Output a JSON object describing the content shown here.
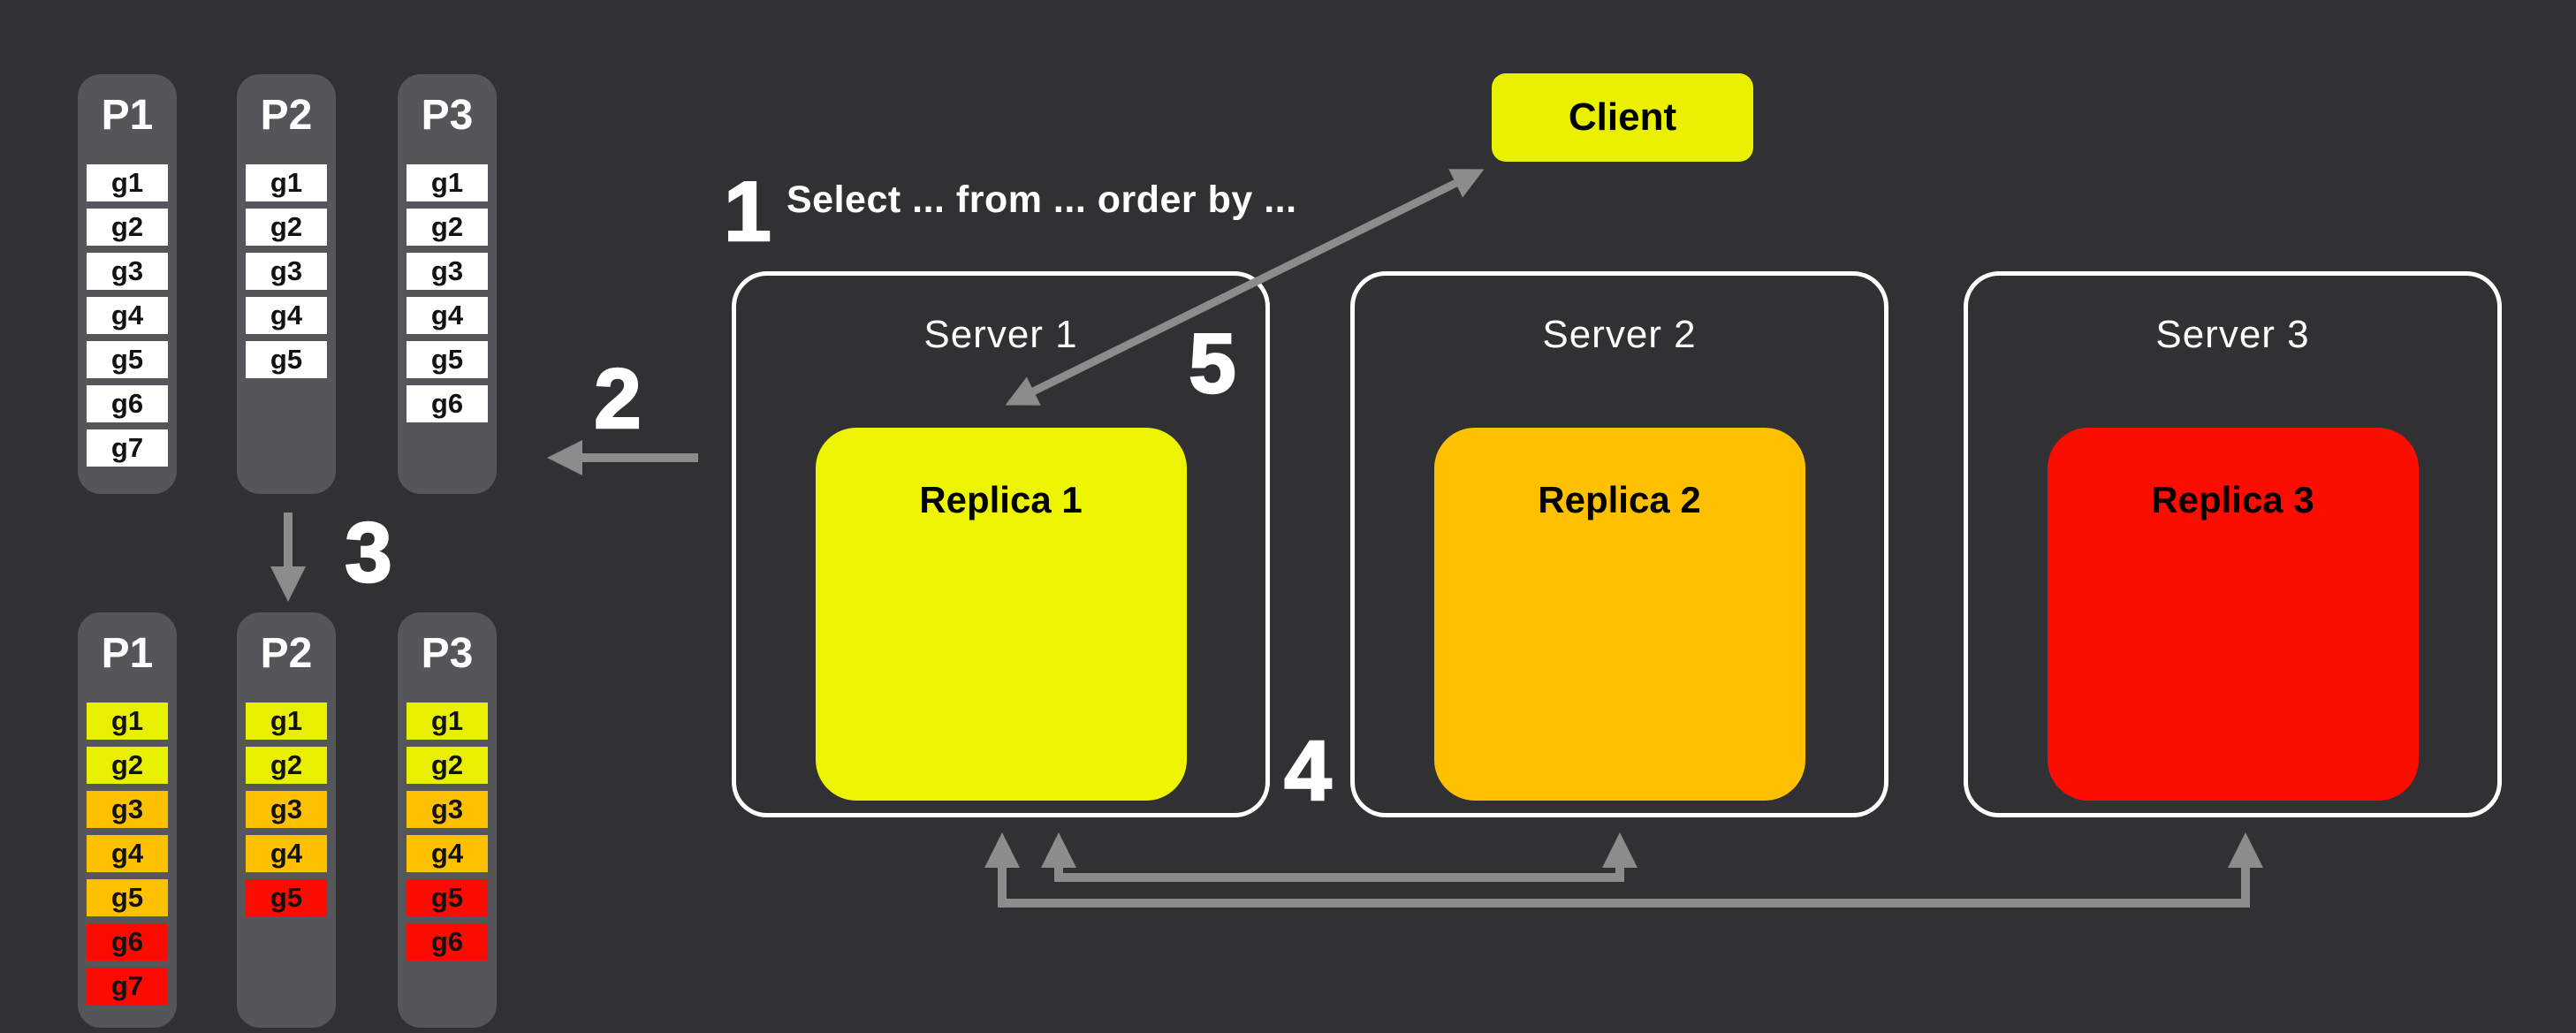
{
  "colors": {
    "bg": "#313133",
    "panel": "#55565A",
    "arrow": "#8C8C8C",
    "server_border": "#FFFFFF",
    "item_white": "#FFFFFF",
    "yellow": "#E8F000",
    "orange": "#FDC101",
    "red": "#FB0B01"
  },
  "steps": [
    {
      "label": "1"
    },
    {
      "label": "2"
    },
    {
      "label": "3"
    },
    {
      "label": "4"
    },
    {
      "label": "5"
    }
  ],
  "query_text": "Select ... from ... order by ...",
  "client": {
    "label": "Client",
    "color": "#E9F000"
  },
  "servers": [
    {
      "name": "Server 1",
      "replica": {
        "name": "Replica 1",
        "color": "#EDF502"
      }
    },
    {
      "name": "Server 2",
      "replica": {
        "name": "Replica 2",
        "color": "#FDC101"
      }
    },
    {
      "name": "Server 3",
      "replica": {
        "name": "Replica 3",
        "color": "#FB0D01"
      }
    }
  ],
  "partitions_before": [
    {
      "name": "P1",
      "items": [
        {
          "label": "g1",
          "color": "#FFFFFF"
        },
        {
          "label": "g2",
          "color": "#FFFFFF"
        },
        {
          "label": "g3",
          "color": "#FFFFFF"
        },
        {
          "label": "g4",
          "color": "#FFFFFF"
        },
        {
          "label": "g5",
          "color": "#FFFFFF"
        },
        {
          "label": "g6",
          "color": "#FFFFFF"
        },
        {
          "label": "g7",
          "color": "#FFFFFF"
        }
      ]
    },
    {
      "name": "P2",
      "items": [
        {
          "label": "g1",
          "color": "#FFFFFF"
        },
        {
          "label": "g2",
          "color": "#FFFFFF"
        },
        {
          "label": "g3",
          "color": "#FFFFFF"
        },
        {
          "label": "g4",
          "color": "#FFFFFF"
        },
        {
          "label": "g5",
          "color": "#FFFFFF"
        }
      ]
    },
    {
      "name": "P3",
      "items": [
        {
          "label": "g1",
          "color": "#FFFFFF"
        },
        {
          "label": "g2",
          "color": "#FFFFFF"
        },
        {
          "label": "g3",
          "color": "#FFFFFF"
        },
        {
          "label": "g4",
          "color": "#FFFFFF"
        },
        {
          "label": "g5",
          "color": "#FFFFFF"
        },
        {
          "label": "g6",
          "color": "#FFFFFF"
        }
      ]
    }
  ],
  "partitions_after": [
    {
      "name": "P1",
      "items": [
        {
          "label": "g1",
          "color": "#E8F000"
        },
        {
          "label": "g2",
          "color": "#E8F000"
        },
        {
          "label": "g3",
          "color": "#FDC101"
        },
        {
          "label": "g4",
          "color": "#FDC101"
        },
        {
          "label": "g5",
          "color": "#FDC101"
        },
        {
          "label": "g6",
          "color": "#FB0B01"
        },
        {
          "label": "g7",
          "color": "#FB0B01"
        }
      ]
    },
    {
      "name": "P2",
      "items": [
        {
          "label": "g1",
          "color": "#E8F000"
        },
        {
          "label": "g2",
          "color": "#E8F000"
        },
        {
          "label": "g3",
          "color": "#FDC101"
        },
        {
          "label": "g4",
          "color": "#FDC101"
        },
        {
          "label": "g5",
          "color": "#FB0B01"
        }
      ]
    },
    {
      "name": "P3",
      "items": [
        {
          "label": "g1",
          "color": "#E8F000"
        },
        {
          "label": "g2",
          "color": "#E8F000"
        },
        {
          "label": "g3",
          "color": "#FDC101"
        },
        {
          "label": "g4",
          "color": "#FDC101"
        },
        {
          "label": "g5",
          "color": "#FB0B01"
        },
        {
          "label": "g6",
          "color": "#FB0B01"
        }
      ]
    }
  ]
}
